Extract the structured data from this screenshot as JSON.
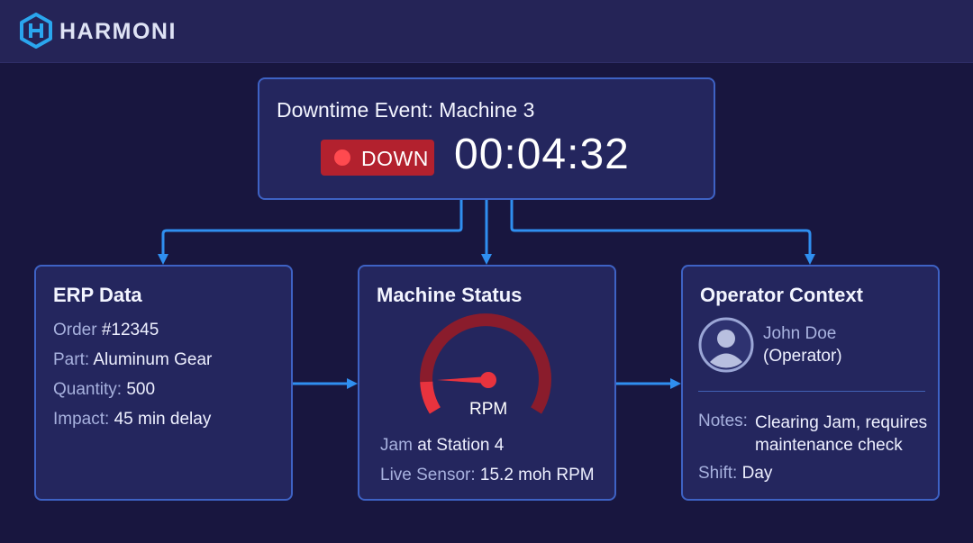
{
  "header": {
    "brand": "HARMONI",
    "logo_icon": "harmoni-logo-icon"
  },
  "colors": {
    "background": "#18163f",
    "card": "#24265e",
    "card_border": "#3e62c4",
    "arrow": "#2f8ff0",
    "down": "#b3212e",
    "gauge_red": "#e8333e",
    "gauge_dark": "#8a1c2c"
  },
  "event": {
    "title": "Downtime Event: Machine 3",
    "status_label": "DOWN",
    "timer": "00:04:32"
  },
  "erp": {
    "title": "ERP Data",
    "order_label": "Order",
    "order_value": "#12345",
    "part_label": "Part:",
    "part_value": "Aluminum Gear",
    "quantity_label": "Quantity:",
    "quantity_value": "500",
    "impact_label": "Impact:",
    "impact_value": "45 min delay"
  },
  "machine": {
    "title": "Machine Status",
    "gauge_unit": "RPM",
    "jam_label": "Jam",
    "jam_value": "at Station 4",
    "sensor_label": "Live Sensor:",
    "sensor_value": "15.2 moh RPM"
  },
  "operator": {
    "title": "Operator Context",
    "avatar_icon": "user-avatar-icon",
    "name": "John Doe",
    "role": "(Operator)",
    "notes_label": "Notes:",
    "notes_value": "Clearing Jam, requires maintenance check",
    "shift_label": "Shift:",
    "shift_value": "Day"
  }
}
